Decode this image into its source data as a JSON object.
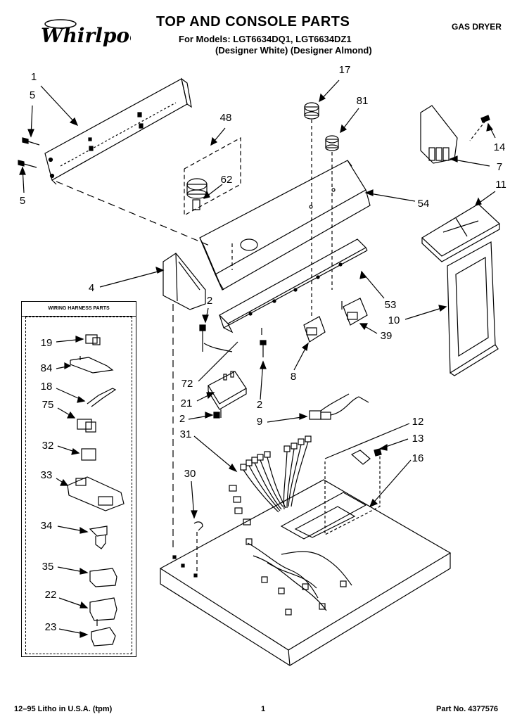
{
  "header": {
    "title": "TOP AND CONSOLE PARTS",
    "models": "For Models: LGT6634DQ1, LGT6634DZ1",
    "finishes": "(Designer White)  (Designer Almond)",
    "product_type": "GAS DRYER",
    "brand_logo": "Whirlpool"
  },
  "harness_box": {
    "title": "WIRING HARNESS PARTS"
  },
  "callouts": {
    "c1": "1",
    "c5a": "5",
    "c5b": "5",
    "c48": "48",
    "c62": "62",
    "c17": "17",
    "c81": "81",
    "c54": "54",
    "c14": "14",
    "c7": "7",
    "c11": "11",
    "c4": "4",
    "c53": "53",
    "c10": "10",
    "c2a": "2",
    "c39": "39",
    "c8": "8",
    "c72": "72",
    "c21": "21",
    "c2b": "2",
    "c2c": "2",
    "c9": "9",
    "c12": "12",
    "c13": "13",
    "c16": "16",
    "c31": "31",
    "c30": "30",
    "h19": "19",
    "h84": "84",
    "h18": "18",
    "h75": "75",
    "h32": "32",
    "h33": "33",
    "h34": "34",
    "h35": "35",
    "h22": "22",
    "h23": "23"
  },
  "footer": {
    "litho": "12–95 Litho in U.S.A. (tpm)",
    "page": "1",
    "part_no": "Part No. 4377576"
  }
}
